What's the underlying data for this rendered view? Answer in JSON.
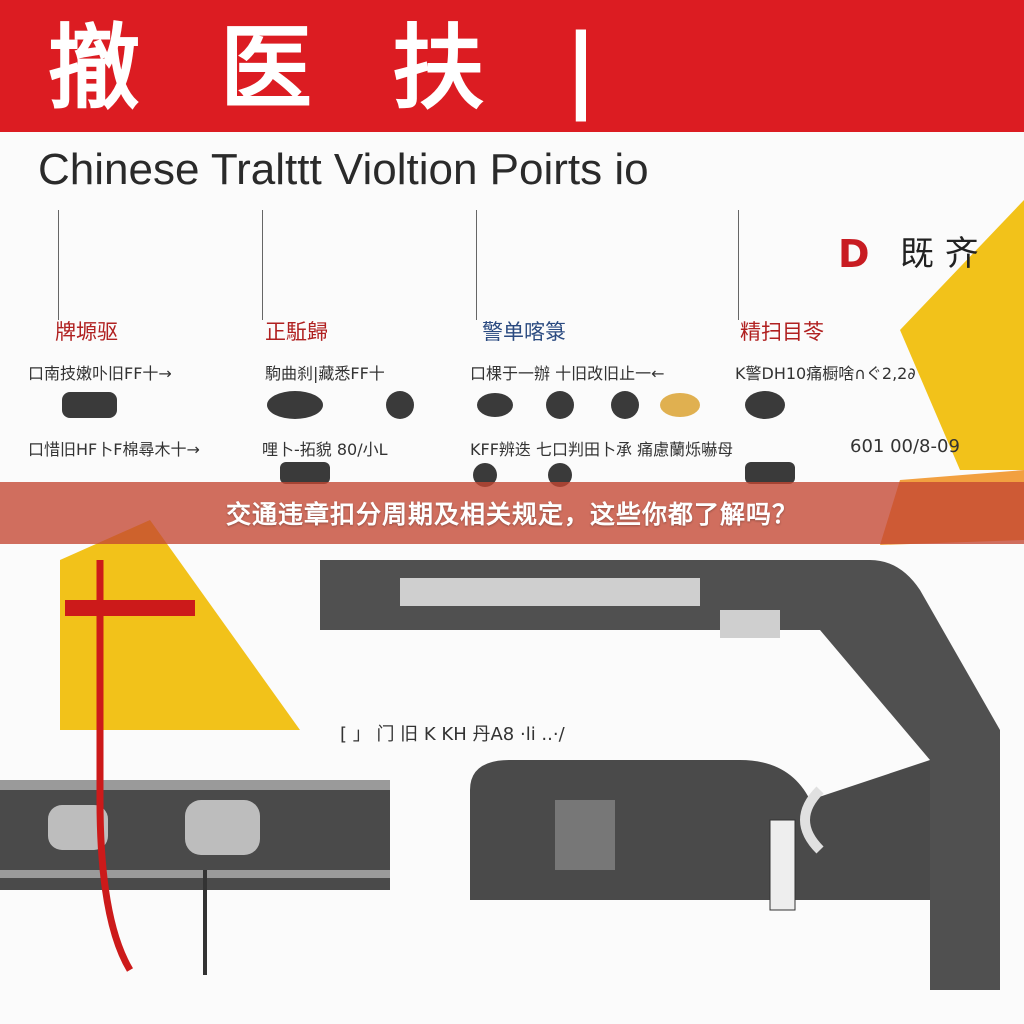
{
  "header": {
    "title": "撤 医 扶 |"
  },
  "subtitle": "Chinese Tralttt Violtion Poirts io",
  "badge": {
    "letter": "D",
    "glyph": "既 齐"
  },
  "columns": [
    {
      "heading": "牌塬驱",
      "row1": "口南技嫩卟旧FF十→",
      "row2": "口惜旧HF卜F棉尋木十→"
    },
    {
      "heading": "正駈歸",
      "row1": "駒曲刹|藏悉FF十",
      "row2": "哩卜-拓貌 80/小L"
    },
    {
      "heading": "警单喀箓",
      "row1": "口棵于一辦 十旧改旧止一←",
      "row2": "KFF辨迭 七口判田卜承 痛慮蘭烁嚇母"
    },
    {
      "heading": "精扫目苓",
      "row1": "K警DH10痛橱啥∩ぐ2,2∂",
      "row2": "601 00/8-09"
    }
  ],
  "road_label": "[ 」 门 旧 K KH 丹A8 ·li ..·/",
  "banner": {
    "caption": "交通违章扣分周期及相关规定，这些你都了解吗？"
  },
  "colors": {
    "header_red": "#dc1c22",
    "banner": "#c44632",
    "road_gray": "#4a4a4a",
    "accent_yellow": "#f2c21a"
  }
}
